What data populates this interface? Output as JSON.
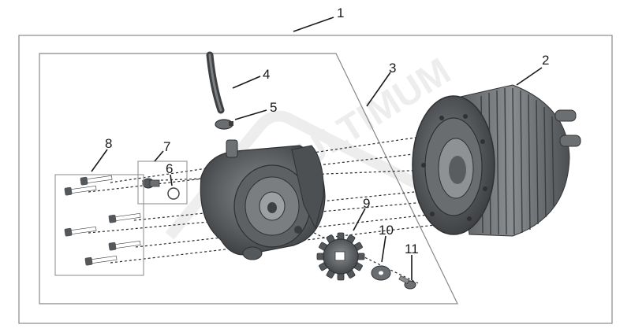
{
  "diagram": {
    "callouts": [
      "1",
      "2",
      "3",
      "4",
      "5",
      "6",
      "7",
      "8",
      "9",
      "10",
      "11"
    ],
    "watermark": "ULTIMUM",
    "colors": {
      "outline": "#888888",
      "part_dark": "#4a4c4e",
      "part_mid": "#6d7072",
      "part_light": "#a9acae",
      "leader": "#1a1a1a"
    },
    "parts": [
      "motor-housing-icon",
      "gearbox-icon",
      "hose-icon",
      "hose-clamp-icon",
      "o-ring-icon",
      "drain-plug-icon",
      "bolt-icon",
      "sprocket-icon",
      "washer-icon",
      "screw-icon"
    ]
  }
}
